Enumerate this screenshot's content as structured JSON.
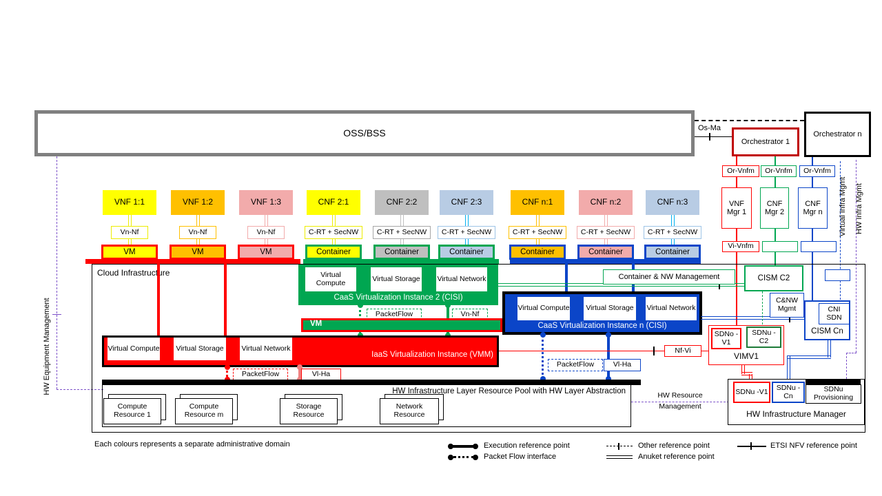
{
  "colors": {
    "red": "#FF0000",
    "dark_red": "#C00000",
    "green": "#00A651",
    "dark_green": "#1C7A37",
    "blue": "#0B45C8",
    "cyan": "#00B0F0",
    "yellow": "#FFFF00",
    "orange": "#FFC000",
    "pink": "#F2ABAB",
    "gray": "#BFBFBF",
    "light_blue": "#B8CCE4",
    "purple": "#7D52C9",
    "oss_border_gray": "#808080",
    "black": "#000000"
  },
  "top": {
    "oss_bss": "OSS/BSS",
    "os_ma": "Os-Ma",
    "orchestrator_1": "Orchestrator 1",
    "orchestrator_n": "Orchestrator n"
  },
  "mano": {
    "or_vnfm": "Or-Vnfm",
    "vi_vnfm": "Vi-Vnfm",
    "vnf_mgr_1": "VNF Mgr 1",
    "cnf_mgr_2": "CNF Mgr 2",
    "cnf_mgr_n": "CNF Mgr n"
  },
  "side": {
    "virtual_infra_mgmt": "Virtual Infra Mgmt",
    "hw_infra_mgmt": "HW Infra Mgmt",
    "hw_equipment_mgmt": "HW Equipment Management",
    "hw_resource_mgmt": "HW Resource Management"
  },
  "columns": [
    {
      "label": "VNF 1:1",
      "interface": "Vn-Nf",
      "runtime": "VM"
    },
    {
      "label": "VNF 1:2",
      "interface": "Vn-Nf",
      "runtime": "VM"
    },
    {
      "label": "VNF 1:3",
      "interface": "Vn-Nf",
      "runtime": "VM"
    },
    {
      "label": "CNF 2:1",
      "interface": "C-RT + SecNW",
      "runtime": "Container"
    },
    {
      "label": "CNF 2:2",
      "interface": "C-RT + SecNW",
      "runtime": "Container"
    },
    {
      "label": "CNF 2:3",
      "interface": "C-RT + SecNW",
      "runtime": "Container"
    },
    {
      "label": "CNF n:1",
      "interface": "C-RT + SecNW",
      "runtime": "Container"
    },
    {
      "label": "CNF n:2",
      "interface": "C-RT + SecNW",
      "runtime": "Container"
    },
    {
      "label": "CNF n:3",
      "interface": "C-RT + SecNW",
      "runtime": "Container"
    }
  ],
  "cloud": {
    "label": "Cloud Infrastructure",
    "caas2": {
      "virtual_compute": "Virtual Compute",
      "virtual_storage": "Virtual Storage",
      "virtual_network": "Virtual Network",
      "label": "CaaS Virtualization Instance 2 (CISI)",
      "vm": "VM"
    },
    "caasn": {
      "virtual_compute": "Virtual Compute",
      "virtual_storage": "Virtual Storage",
      "virtual_network": "Virtual Network",
      "label": "CaaS Virtualization Instance n (CISI)"
    },
    "iaas": {
      "virtual_compute": "Virtual Compute",
      "virtual_storage": "Virtual Storage",
      "virtual_network": "Virtual Network",
      "label": "IaaS Virtualization Instance (VMM)"
    },
    "packetflow": "PacketFlow",
    "vn_nf": "Vn-Nf",
    "vl_ha": "Vl-Ha",
    "container_nw_mgmt": "Container & NW Management",
    "pool_label": "HW Infrastructure Layer Resource Pool with HW Layer Abstraction",
    "resources": [
      "Compute Resource 1",
      "Compute Resource m",
      "Storage Resource",
      "Network Resource"
    ]
  },
  "right": {
    "cism_c2": "CISM C2",
    "cnw_mgmt": "C&NW Mgmt",
    "cni_sdn": "CNI SDN",
    "cism_cn": "CISM Cn",
    "nf_vi": "Nf-Vi",
    "sdno_v1": "SDNo -V1",
    "sdnu_c2": "SDNu -C2",
    "vimv1": "VIMV1",
    "sdnu_v1": "SDNu -V1",
    "sdnu_cn": "SDNu -Cn",
    "sdnu_provisioning": "SDNu Provisioning",
    "hw_infra_manager": "HW Infrastructure Manager"
  },
  "footnote": "Each colours represents a separate administrative domain",
  "legend": {
    "execution": "Execution reference point",
    "packet_flow": "Packet Flow interface",
    "other": "Other reference point",
    "anuket": "Anuket reference point",
    "etsi": "ETSI NFV reference point"
  }
}
